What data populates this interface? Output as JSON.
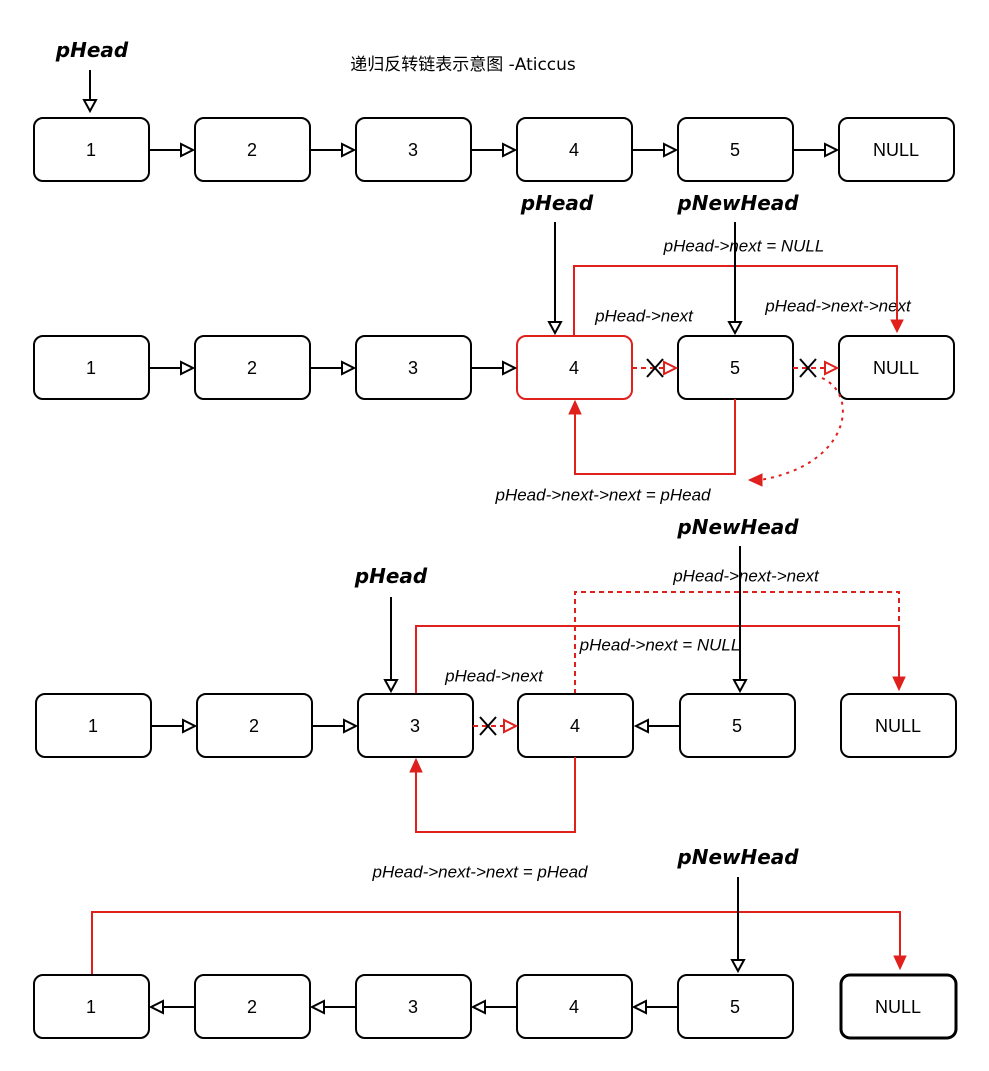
{
  "title": "递归反转链表示意图  -Aticcus",
  "colors": {
    "black": "#000000",
    "red": "#e0201c",
    "background": "#ffffff"
  },
  "rows": [
    {
      "nodes": [
        "1",
        "2",
        "3",
        "4",
        "5",
        "NULL"
      ],
      "pointers": {
        "pHead": "pHead"
      }
    },
    {
      "nodes": [
        "1",
        "2",
        "3",
        "4",
        "5",
        "NULL"
      ],
      "pointers": {
        "pHead": "pHead",
        "pNewHead": "pNewHead"
      },
      "labels": {
        "next_null": "pHead->next = NULL",
        "next": "pHead->next",
        "next_next": "pHead->next->next",
        "assign": "pHead->next->next = pHead"
      }
    },
    {
      "nodes": [
        "1",
        "2",
        "3",
        "4",
        "5",
        "NULL"
      ],
      "pointers": {
        "pHead": "pHead",
        "pNewHead": "pNewHead"
      },
      "labels": {
        "next_next": "pHead->next->next",
        "next_null": "pHead->next = NULL",
        "next": "pHead->next",
        "assign": "pHead->next->next = pHead"
      }
    },
    {
      "nodes": [
        "1",
        "2",
        "3",
        "4",
        "5",
        "NULL"
      ],
      "pointers": {
        "pNewHead": "pNewHead"
      }
    }
  ]
}
